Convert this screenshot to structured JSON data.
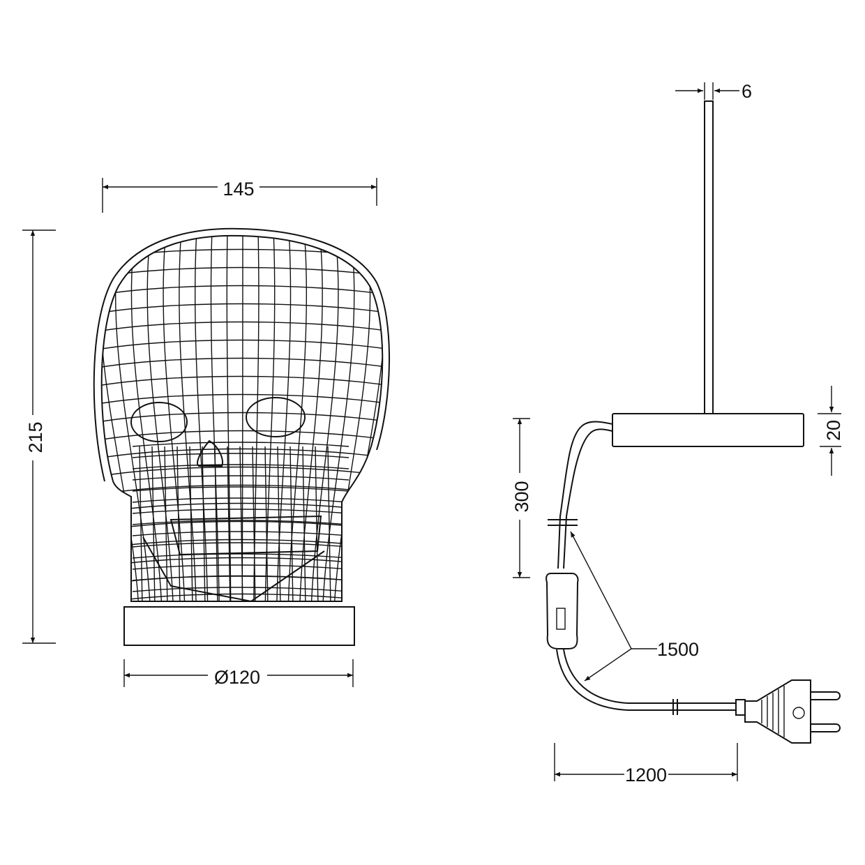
{
  "drawing": {
    "front_view": {
      "width_label": "145",
      "height_label": "215",
      "base_diameter_label": "Ø120"
    },
    "side_view": {
      "rod_diameter_label": "6",
      "base_height_label": "20",
      "cable_to_switch_label": "300",
      "cable_total_label": "1500",
      "switch_to_plug_label": "1200"
    }
  }
}
